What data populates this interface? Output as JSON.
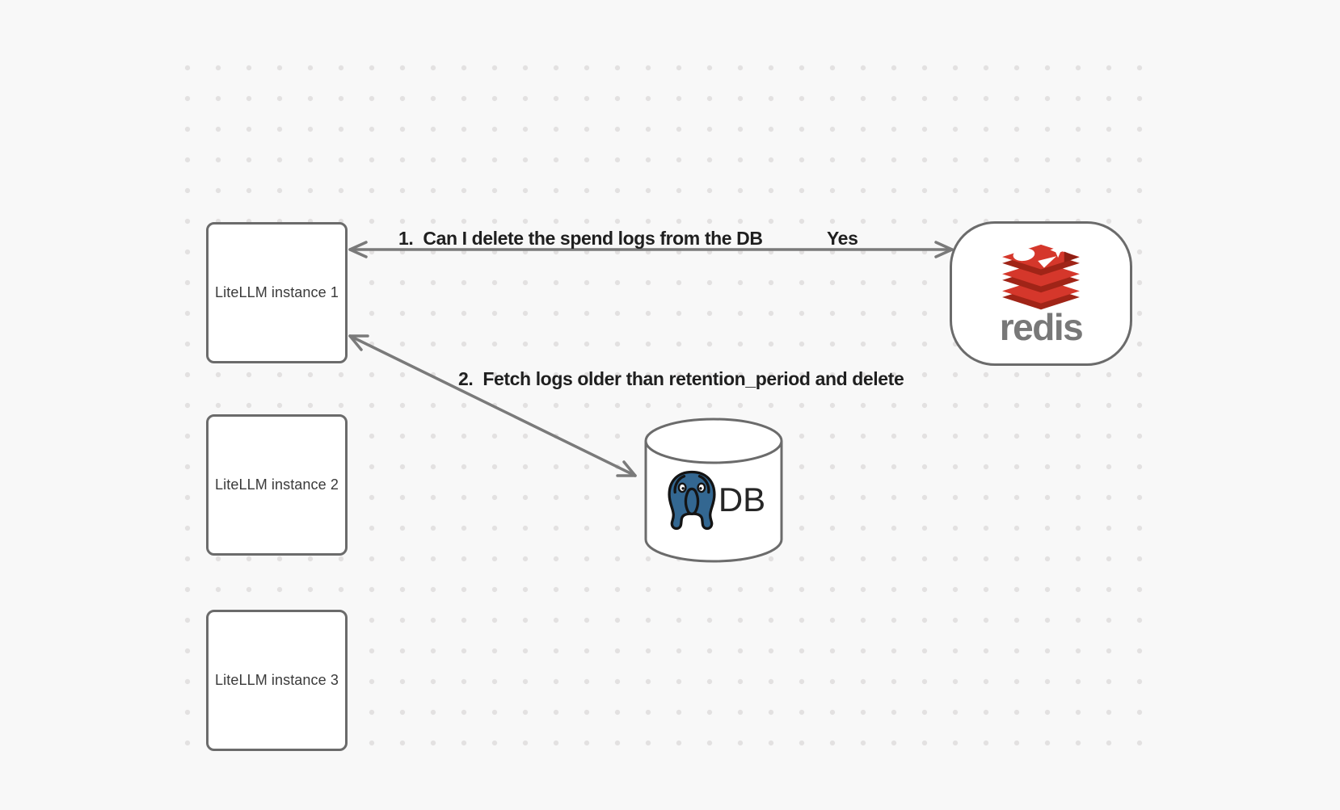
{
  "canvas": {
    "background_color": "#f8f8f8",
    "dot_color": "#e3e1e1",
    "outline_color": "#6b6b6b",
    "arrow_color": "#7a7a7a"
  },
  "nodes": {
    "instances": [
      {
        "label": "LiteLLM instance 1"
      },
      {
        "label": "LiteLLM instance 2"
      },
      {
        "label": "LiteLLM instance 3"
      }
    ],
    "redis": {
      "wordmark": "redis",
      "brand_red": "#d5372b",
      "brand_red_dark": "#a02417",
      "wordmark_color": "#787878"
    },
    "db": {
      "label": "DB",
      "postgres_blue": "#336791"
    }
  },
  "edges": [
    {
      "label": "1.  Can I delete the spend logs from the DB",
      "response": "Yes",
      "direction": "bidirectional"
    },
    {
      "label": "2.  Fetch logs older than retention_period and delete",
      "direction": "bidirectional"
    }
  ]
}
